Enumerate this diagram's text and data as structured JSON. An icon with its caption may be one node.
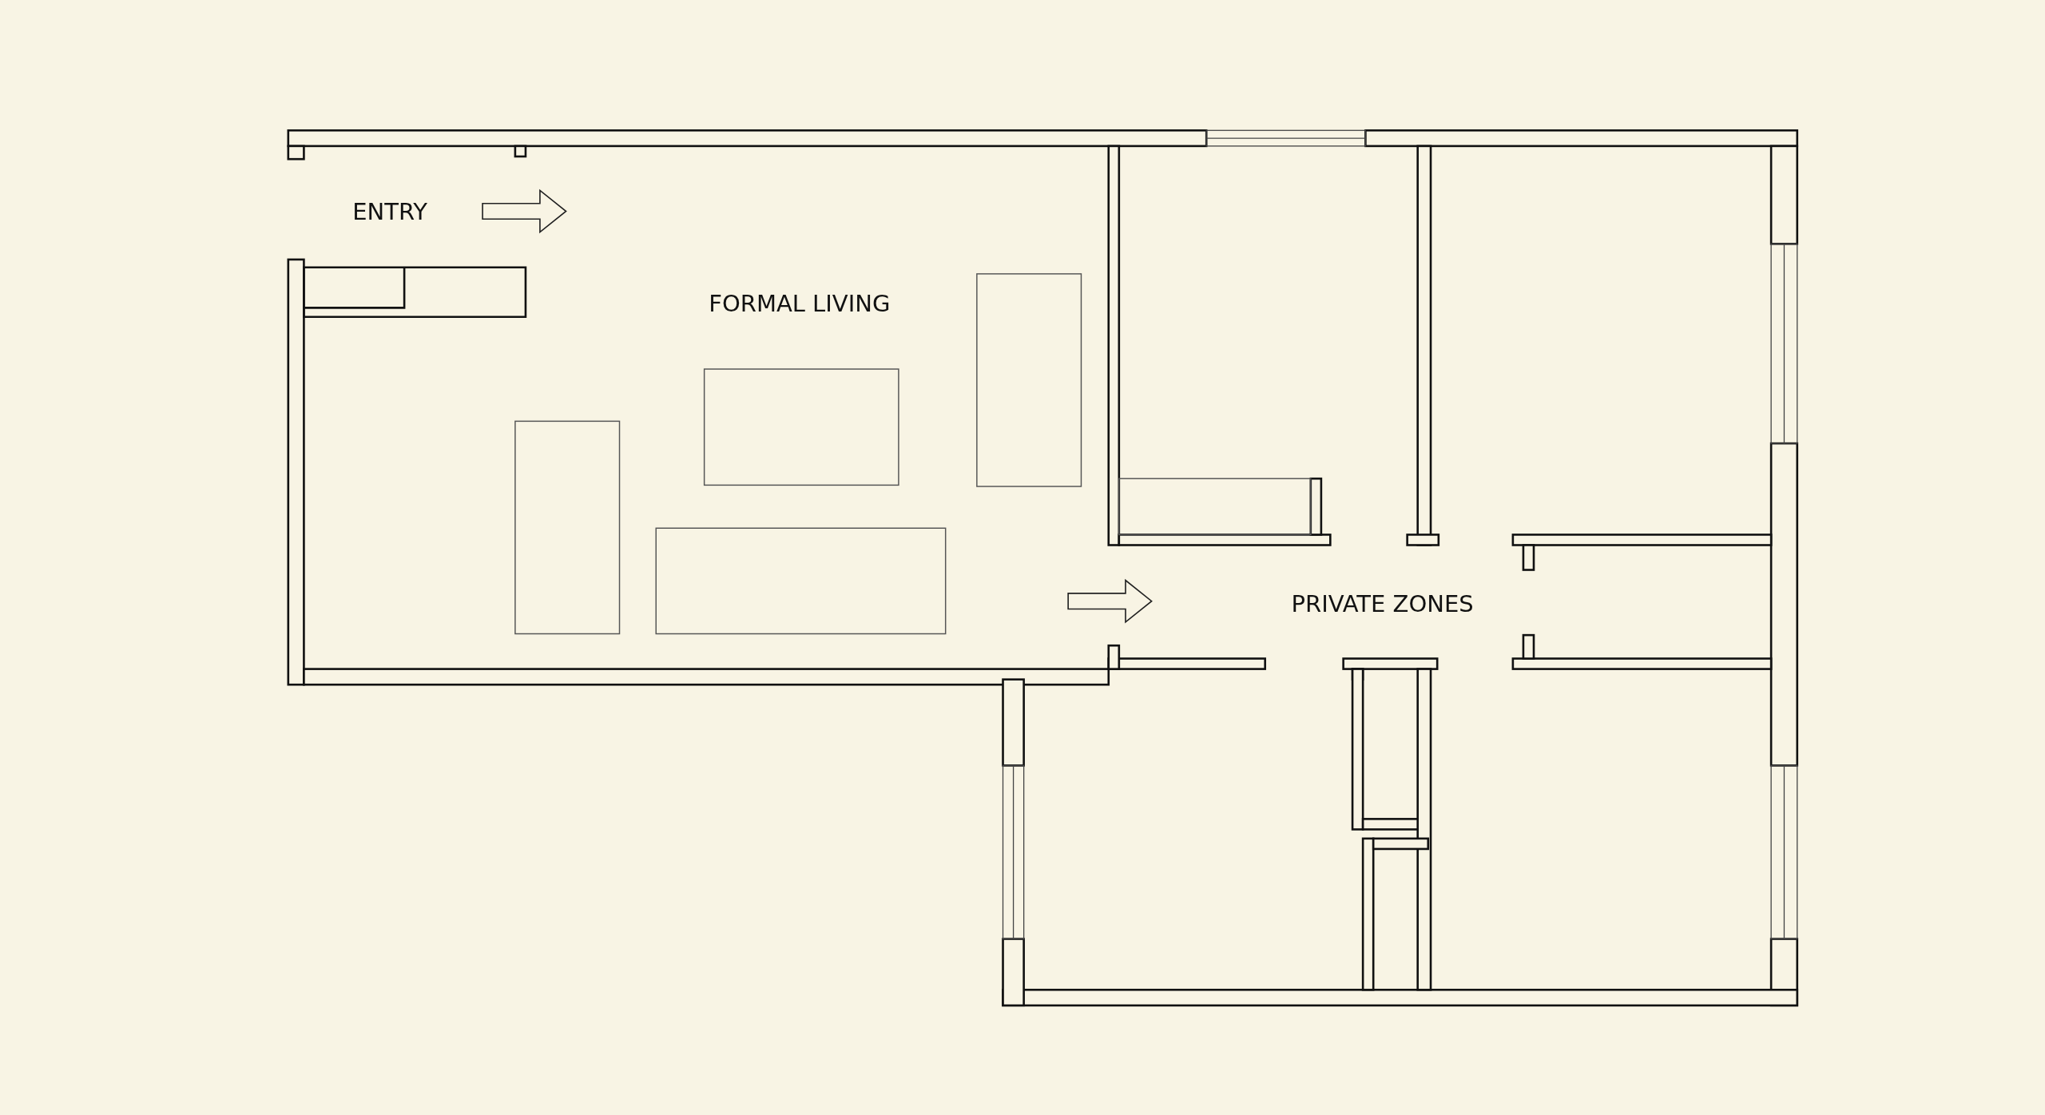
{
  "diagram": {
    "labels": [
      "ENTRY",
      "FORMAL LIVING",
      "PRIVATE ZONES"
    ]
  }
}
